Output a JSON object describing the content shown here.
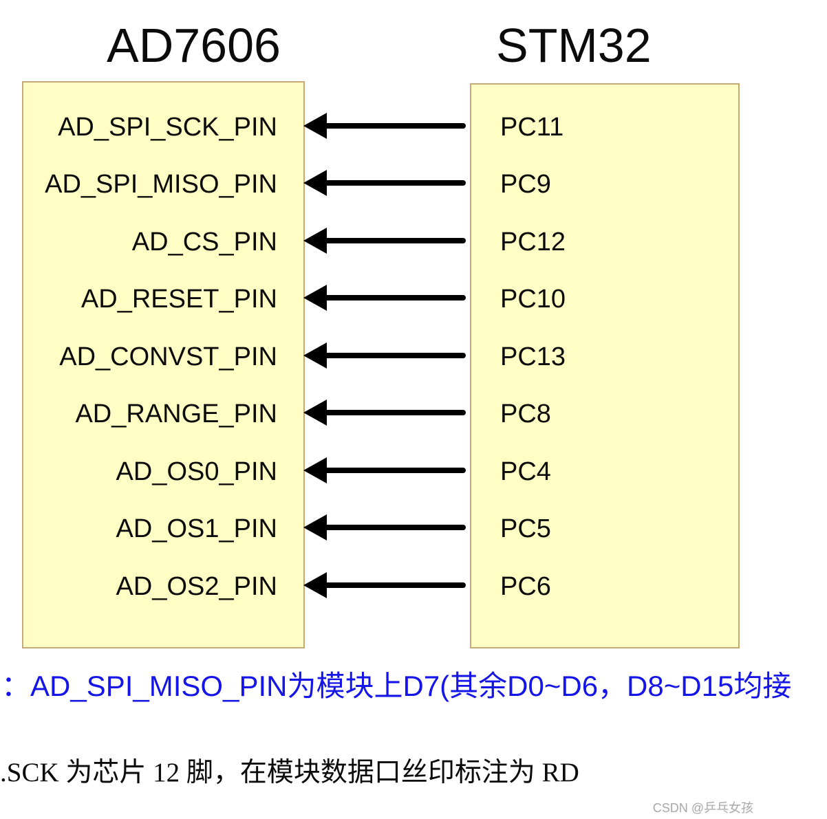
{
  "diagram": {
    "left_block": {
      "title": "AD7606",
      "pins": [
        "AD_SPI_SCK_PIN",
        "AD_SPI_MISO_PIN",
        "AD_CS_PIN",
        "AD_RESET_PIN",
        "AD_CONVST_PIN",
        "AD_RANGE_PIN",
        "AD_OS0_PIN",
        "AD_OS1_PIN",
        "AD_OS2_PIN"
      ]
    },
    "right_block": {
      "title": "STM32",
      "pins": [
        "PC11",
        "PC9",
        "PC12",
        "PC10",
        "PC13",
        "PC8",
        "PC4",
        "PC5",
        "PC6"
      ]
    },
    "connections": [
      {
        "from": "PC11",
        "to": "AD_SPI_SCK_PIN"
      },
      {
        "from": "PC9",
        "to": "AD_SPI_MISO_PIN"
      },
      {
        "from": "PC12",
        "to": "AD_CS_PIN"
      },
      {
        "from": "PC10",
        "to": "AD_RESET_PIN"
      },
      {
        "from": "PC13",
        "to": "AD_CONVST_PIN"
      },
      {
        "from": "PC8",
        "to": "AD_RANGE_PIN"
      },
      {
        "from": "PC4",
        "to": "AD_OS0_PIN"
      },
      {
        "from": "PC5",
        "to": "AD_OS1_PIN"
      },
      {
        "from": "PC6",
        "to": "AD_OS2_PIN"
      }
    ],
    "arrow_direction": "stm32-to-ad7606"
  },
  "notes": {
    "highlight_note": "：AD_SPI_MISO_PIN为模块上D7(其余D0~D6，D8~D15均接",
    "serif_note": ".SCK 为芯片 12 脚，在模块数据口丝印标注为 RD",
    "watermark": "CSDN @乒乓女孩"
  },
  "colors": {
    "box_fill": "#FFFEC4",
    "box_border": "#C9A878",
    "arrow": "#000000",
    "note_blue": "#1515E8",
    "watermark_gray": "#ABABAB"
  }
}
